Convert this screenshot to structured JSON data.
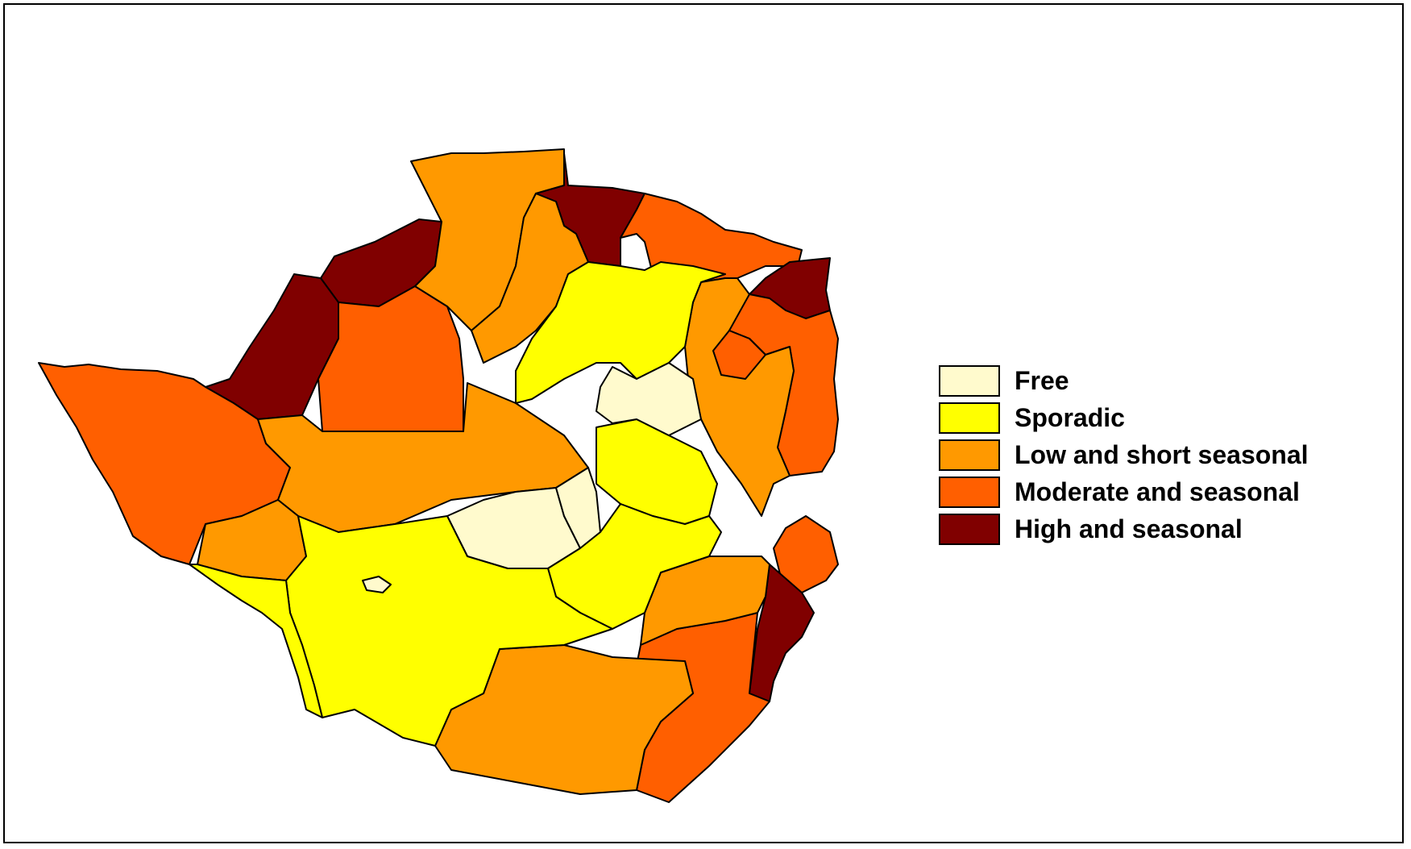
{
  "legend": {
    "items": [
      {
        "label": "Free",
        "color": "#FFFACD"
      },
      {
        "label": "Sporadic",
        "color": "#FFFF00"
      },
      {
        "label": "Low and short seasonal",
        "color": "#FF9900"
      },
      {
        "label": "Moderate and seasonal",
        "color": "#FF5F00"
      },
      {
        "label": "High and seasonal",
        "color": "#800000"
      }
    ]
  },
  "map_data": {
    "region_categories": {
      "free": "Free",
      "sporadic": "Sporadic",
      "low": "Low and short seasonal",
      "moderate": "Moderate and seasonal",
      "high": "High and seasonal"
    }
  }
}
